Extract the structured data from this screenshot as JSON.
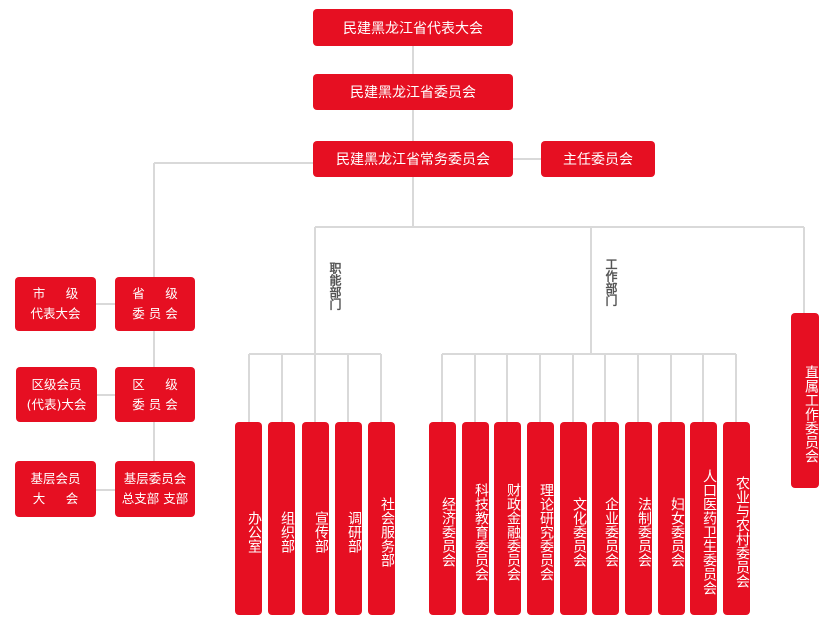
{
  "top": {
    "congress": "民建黑龙江省代表大会",
    "committee": "民建黑龙江省委员会",
    "standing": "民建黑龙江省常务委员会",
    "chairs": "主任委员会"
  },
  "levels": {
    "city": "市　  级\n代表大会",
    "provincial": "省　  级\n委 员 会",
    "district_member": "区级会员\n(代表)大会",
    "district": "区　  级\n委 员 会",
    "grassroots_member": "基层会员\n大　  会",
    "grassroots": "基层委员会\n总支部 支部"
  },
  "labels": {
    "functional": "职能部门",
    "working": "工作部门"
  },
  "functional_departments": [
    "办公室",
    "组织部",
    "宣传部",
    "调研部",
    "社会服务部"
  ],
  "working_committees": [
    "经济委员会",
    "科技教育委员会",
    "财政金融委员会",
    "理论研究委员会",
    "文化委员会",
    "企业委员会",
    "法制委员会",
    "妇女委员会",
    "人口医药卫生委员会",
    "农业与农村委员会"
  ],
  "direct": "直属工作委员会"
}
